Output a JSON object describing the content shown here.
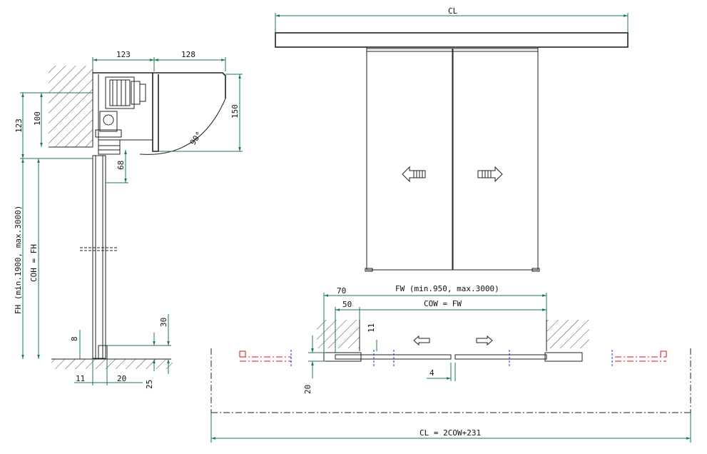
{
  "colors": {
    "dimension": "#1a7a4a",
    "outline": "#222222",
    "hatch": "#333333",
    "fixed_panel": "#dd1111",
    "glass_edge": "#1a2ad1"
  },
  "side_section": {
    "top_left_width": "123",
    "top_right_width": "128",
    "height_123": "123",
    "height_100": "100",
    "height_150": "150",
    "angle": "90°",
    "height_68": "68",
    "fh_label": "FH  (min.1900,  max.3000)",
    "coh_label": "COH  =  FH",
    "bottom_8": "8",
    "bottom_30": "30",
    "bottom_11": "11",
    "bottom_20": "20",
    "bottom_25": "25"
  },
  "front_view": {
    "cl_label": "CL"
  },
  "plan_view": {
    "fw_label": "FW  (min.950,  max.3000)",
    "fw_70": "70",
    "fw_50": "50",
    "cow_label": "COW  =  FW",
    "dim_11": "11",
    "dim_4": "4",
    "dim_20": "20",
    "cl_formula": "CL  =  2COW+231"
  }
}
